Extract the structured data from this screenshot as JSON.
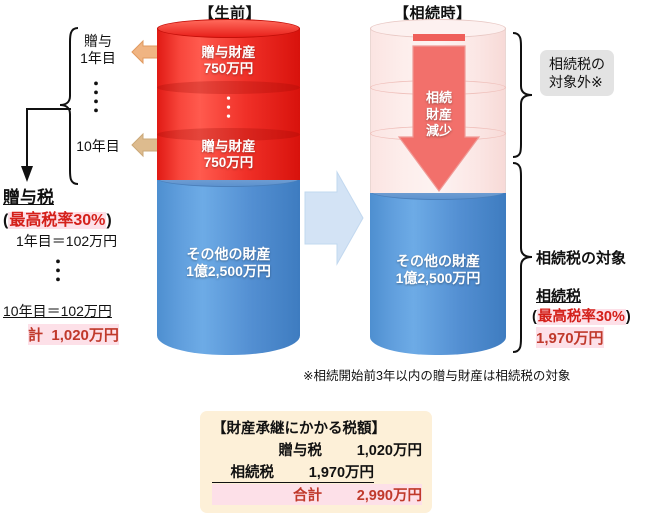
{
  "headers": {
    "left": "【生前】",
    "right": "【相続時】"
  },
  "left_panel": {
    "gift_bracket_label_line1": "贈与",
    "gift_bracket_label_line2": "1年目",
    "gift_bracket_label_last": "10年目",
    "dots": "・",
    "tax_title": "贈与税",
    "tax_rate": "(最高税率30%)",
    "tax_rate_prefix": "(",
    "tax_rate_highlight": "最高税率30%",
    "tax_rate_suffix": ")",
    "year1_amount": "1年目＝102万円",
    "year10_amount": "10年目＝102万円",
    "total_label": "計",
    "total_amount": "1,020万円"
  },
  "left_cylinder": {
    "top_segment_line1": "贈与財産",
    "top_segment_line2": "750万円",
    "mid_dots": "・",
    "bottom_segment_line1": "贈与財産",
    "bottom_segment_line2": "750万円",
    "base_line1": "その他の財産",
    "base_line2": "1億2,500万円"
  },
  "right_cylinder": {
    "decrease_line1": "相続",
    "decrease_line2": "財産",
    "decrease_line3": "減少",
    "base_line1": "その他の財産",
    "base_line2": "1億2,500万円"
  },
  "right_panel": {
    "exempt_box_line1": "相続税の",
    "exempt_box_line2": "対象外※",
    "taxable_label": "相続税の対象",
    "tax_title": "相続税",
    "tax_rate_prefix": "(",
    "tax_rate_highlight": "最高税率30%",
    "tax_rate_suffix": ")",
    "tax_amount": "1,970万円"
  },
  "footnote": "※相続開始前3年以内の贈与財産は相続税の対象",
  "summary": {
    "title": "【財産承継にかかる税額】",
    "rows": [
      {
        "name": "贈与税",
        "value": "1,020万円"
      },
      {
        "name": "相続税",
        "value": "1,970万円"
      },
      {
        "name": "合計",
        "value": "2,990万円"
      }
    ]
  },
  "colors": {
    "gift_red": "#ee2a20",
    "other_blue": "#5599d8",
    "highlight_pink": "#fde0e8",
    "tax_red_text": "#c0392b",
    "summary_bg": "#fdf0d8",
    "gray_box": "#e3e3e3",
    "arrow_peach": "#f0b080",
    "arrow_lightblue": "#cfe1f4"
  }
}
